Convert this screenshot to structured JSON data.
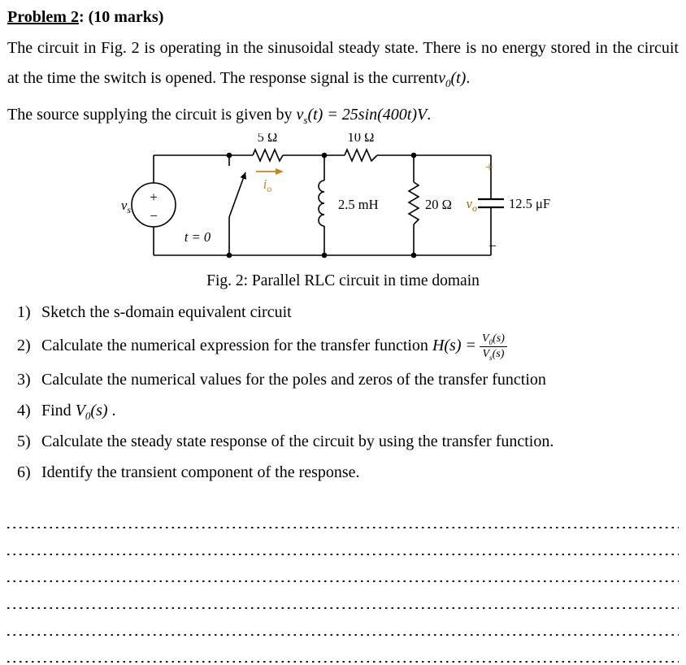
{
  "header": {
    "title_main": "Problem 2",
    "title_rest": ": (10 marks)"
  },
  "intro": {
    "p1": {
      "text": "The circuit in Fig. 2 is operating in the sinusoidal steady state. There is no energy stored in the circuit at the time the switch is opened. The response signal is the current",
      "math": {
        "base": "v",
        "sub": "0",
        "rest": "(t)"
      },
      "end": "."
    },
    "p2": {
      "text": "The source supplying the circuit is given by ",
      "math": {
        "base": "v",
        "sub": "s",
        "rest": "(t) = 25sin(400t)V"
      },
      "end": "."
    }
  },
  "circuit": {
    "caption": "Fig. 2: Parallel RLC circuit in time domain",
    "source_label": {
      "base": "v",
      "sub": "s"
    },
    "source_plus": "+",
    "source_minus": "−",
    "switch_label": "t = 0",
    "r1_label": "5 Ω",
    "current_label": {
      "base": "i",
      "sub": "o"
    },
    "r2_label": "10 Ω",
    "inductor_label": "2.5 mH",
    "r3_label": "20 Ω",
    "output_label": {
      "base": "v",
      "sub": "o"
    },
    "output_plus": "+",
    "output_minus": "−",
    "cap_label": "12.5 μF",
    "accent_color": "#C8860D"
  },
  "questions": {
    "items": [
      {
        "num": "1)",
        "text": "Sketch the s-domain equivalent circuit"
      },
      {
        "num": "2)",
        "text": "Calculate the numerical expression for the transfer function ",
        "func": "H(s) =",
        "frac": {
          "num": {
            "base": "V",
            "sub": "0",
            "rest": "(s)"
          },
          "den": {
            "base": "V",
            "sub": "s",
            "rest": "(s)"
          }
        }
      },
      {
        "num": "3)",
        "text": "Calculate the numerical values for the poles and zeros of the transfer function"
      },
      {
        "num": "4)",
        "text": "Find ",
        "math": {
          "base": "V",
          "sub": "0",
          "rest": "(s)"
        },
        "end": " ."
      },
      {
        "num": "5)",
        "text": "Calculate the steady state response of the circuit by using the transfer function."
      },
      {
        "num": "6)",
        "text": "Identify the transient component of the response."
      }
    ]
  },
  "answers": {
    "line_count": "6"
  }
}
